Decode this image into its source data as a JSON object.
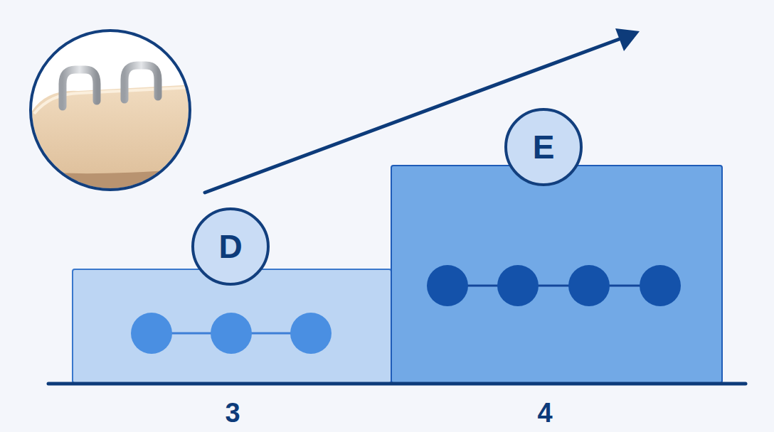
{
  "diagram": {
    "nodes": [
      {
        "text": [
          "D"
        ]
      },
      {
        "text": [
          "E"
        ]
      }
    ],
    "labels": [
      "3",
      "4"
    ]
  }
}
